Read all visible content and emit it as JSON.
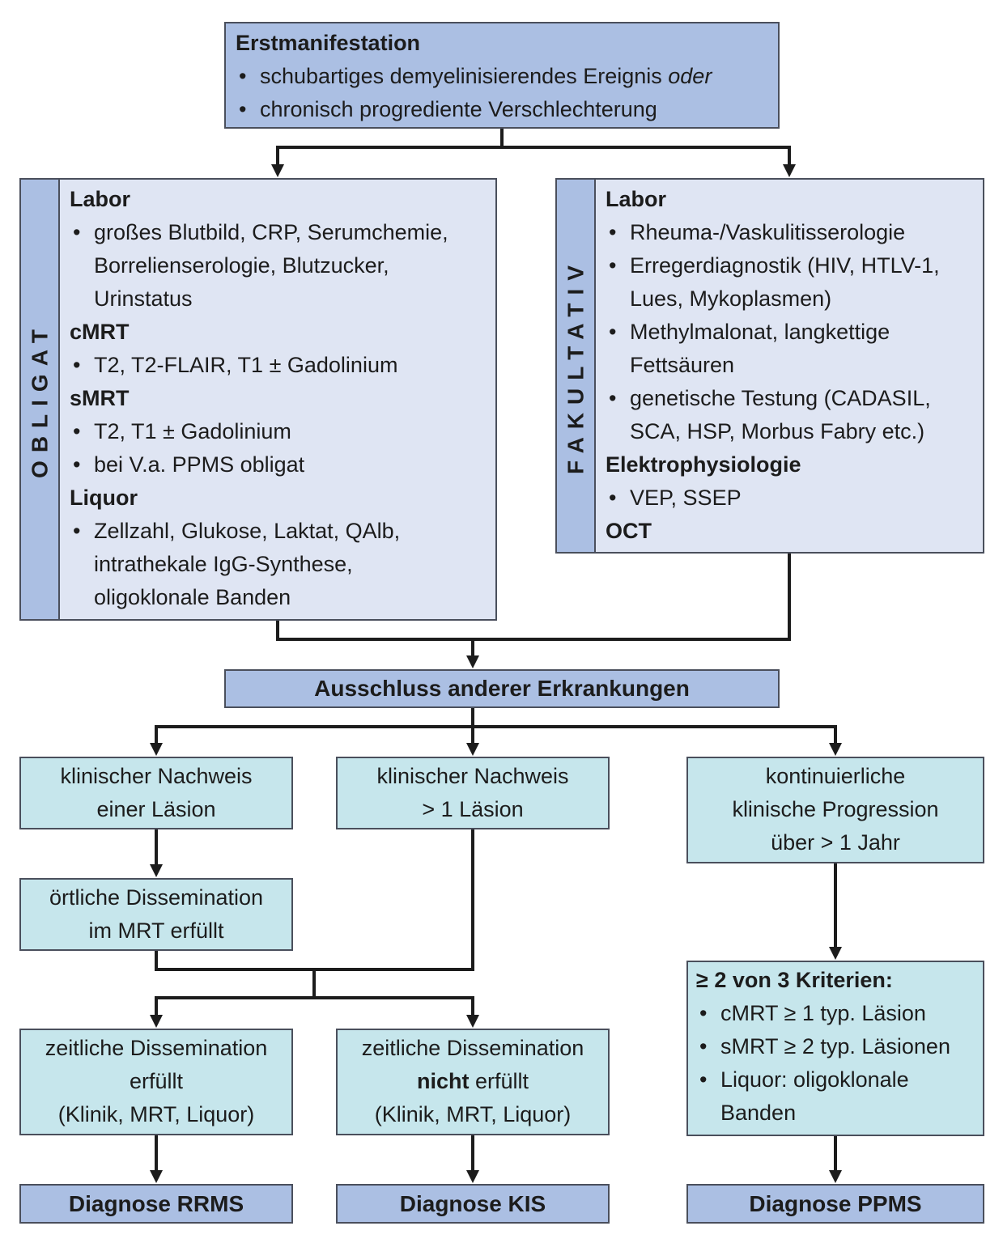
{
  "start": {
    "title": "Erstmanifestation",
    "items": [
      {
        "text": "schubartiges demyelinisierendes Ereignis ",
        "italic_suffix": "oder"
      },
      {
        "text": "chronisch progrediente Verschlechterung",
        "italic_suffix": ""
      }
    ]
  },
  "obligat": {
    "label": "OBLIGAT",
    "sections": [
      {
        "heading": "Labor",
        "items": [
          [
            "großes Blutbild, CRP, Serumchemie,",
            "Borrelienserologie, Blutzucker,",
            "Urinstatus"
          ]
        ]
      },
      {
        "heading": "cMRT",
        "items": [
          [
            "T2, T2-FLAIR, T1 ± Gadolinium"
          ]
        ]
      },
      {
        "heading": "sMRT",
        "items": [
          [
            "T2, T1 ± Gadolinium"
          ],
          [
            "bei V.a. PPMS obligat"
          ]
        ]
      },
      {
        "heading": "Liquor",
        "items": [
          [
            "Zellzahl, Glukose, Laktat, QAlb,",
            "intrathekale IgG-Synthese,",
            "oligoklonale Banden"
          ]
        ]
      }
    ]
  },
  "fakultativ": {
    "label": "FAKULTATIV",
    "sections": [
      {
        "heading": "Labor",
        "items": [
          [
            "Rheuma-/Vaskulitisserologie"
          ],
          [
            "Erregerdiagnostik (HIV, HTLV-1,",
            "Lues, Mykoplasmen)"
          ],
          [
            "Methylmalonat, langkettige",
            "Fettsäuren"
          ],
          [
            "genetische Testung (CADASIL,",
            "SCA, HSP, Morbus Fabry etc.)"
          ]
        ]
      },
      {
        "heading": "Elektrophysiologie",
        "items": [
          [
            "VEP, SSEP"
          ]
        ]
      },
      {
        "heading": "OCT",
        "items": []
      }
    ]
  },
  "exclusion": "Ausschluss anderer Erkrankungen",
  "branch_left": {
    "clinical": [
      "klinischer Nachweis",
      "einer Läsion"
    ],
    "spatial": [
      "örtliche Dissemination",
      "im MRT erfüllt"
    ]
  },
  "branch_middle": {
    "clinical": [
      "klinischer Nachweis",
      "> 1 Läsion"
    ]
  },
  "branch_right": {
    "progression": [
      "kontinuierliche",
      "klinische Progression",
      "über > 1 Jahr"
    ],
    "criteria": {
      "heading": "≥ 2 von 3 Kriterien:",
      "items": [
        [
          "cMRT ≥ 1 typ. Läsion"
        ],
        [
          "sMRT ≥ 2 typ. Läsionen"
        ],
        [
          "Liquor: oligoklonale",
          "Banden"
        ]
      ]
    }
  },
  "temporal_yes": {
    "line1": "zeitliche Dissemination",
    "line2": "erfüllt",
    "line3": "(Klinik, MRT, Liquor)"
  },
  "temporal_no": {
    "line1": "zeitliche Dissemination",
    "line2_bold": "nicht",
    "line2_rest": " erfüllt",
    "line3": "(Klinik, MRT, Liquor)"
  },
  "diagnoses": {
    "rrms": "Diagnose RRMS",
    "kis": "Diagnose KIS",
    "ppms": "Diagnose PPMS"
  },
  "colors": {
    "header_blue": "#abbfe3",
    "panel_light_blue": "#dfe5f3",
    "criteria_cyan": "#c6e6ec",
    "border": "#4a4f5c",
    "arrow": "#1c1c1c"
  }
}
